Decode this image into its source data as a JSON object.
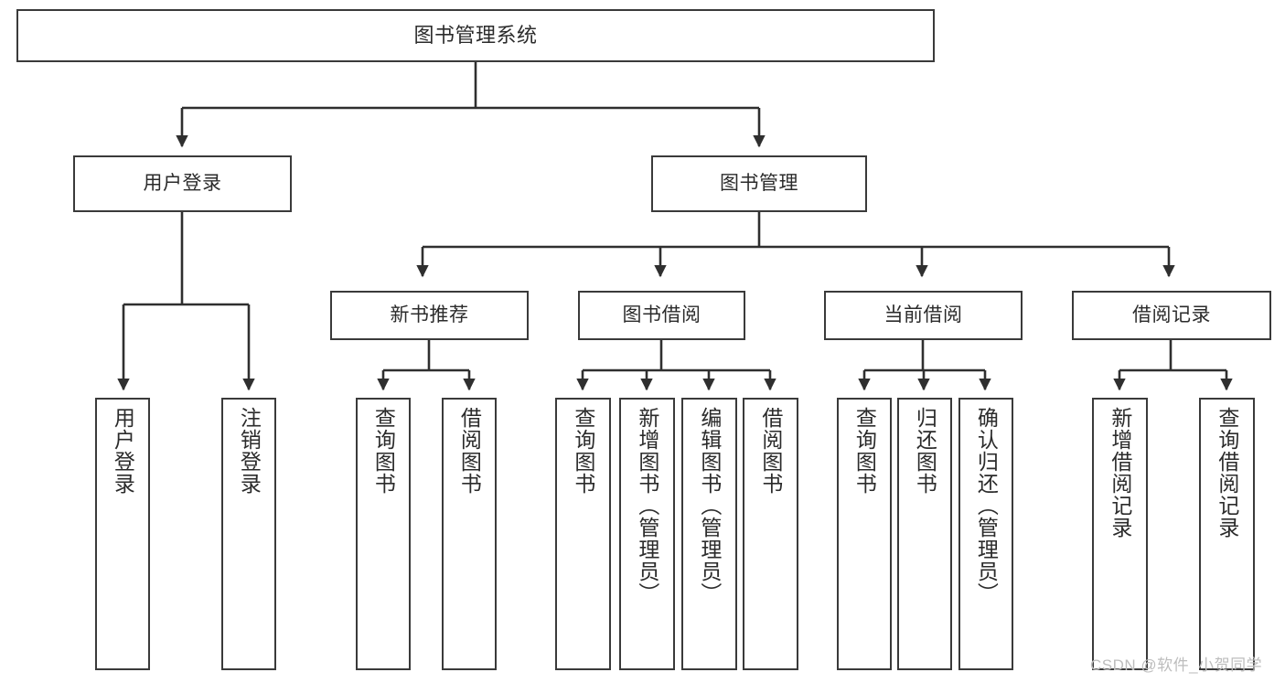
{
  "diagram": {
    "title": "图书管理系统",
    "type": "hierarchy-tree",
    "line_color": "#3a3a3a",
    "box_fill": "#ffffff",
    "text_color": "#2b2b2b",
    "watermark": "CSDN @软件_小贺同学"
  },
  "nodes": {
    "root": {
      "label": "图书管理系统"
    },
    "level2": [
      {
        "label": "用户登录"
      },
      {
        "label": "图书管理"
      }
    ],
    "level3": [
      {
        "label": "新书推荐"
      },
      {
        "label": "图书借阅"
      },
      {
        "label": "当前借阅"
      },
      {
        "label": "借阅记录"
      }
    ],
    "leaves_user_login": [
      {
        "label": "用户登录"
      },
      {
        "label": "注销登录"
      }
    ],
    "leaves_new_books": [
      {
        "label": "查询图书"
      },
      {
        "label": "借阅图书"
      }
    ],
    "leaves_borrow": [
      {
        "label": "查询图书"
      },
      {
        "label": "新增图书（管理员）"
      },
      {
        "label": "编辑图书（管理员）"
      },
      {
        "label": "借阅图书"
      }
    ],
    "leaves_current": [
      {
        "label": "查询图书"
      },
      {
        "label": "归还图书"
      },
      {
        "label": "确认归还（管理员）"
      }
    ],
    "leaves_records": [
      {
        "label": "新增借阅记录"
      },
      {
        "label": "查询借阅记录"
      }
    ]
  }
}
